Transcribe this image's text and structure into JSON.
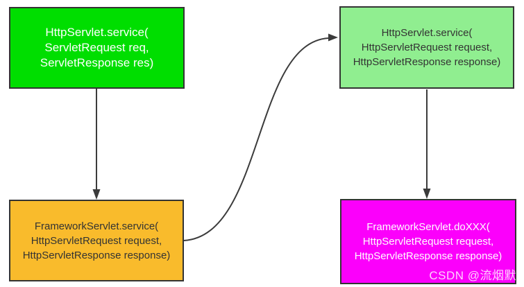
{
  "diagram": {
    "nodes": [
      {
        "id": "httpservlet-service-generic",
        "lines": [
          "HttpServlet.service(",
          "ServletRequest req,",
          "ServletResponse res)"
        ],
        "fill": "#00DE00",
        "text_color": "#FFFFFF"
      },
      {
        "id": "httpservlet-service-http",
        "lines": [
          "HttpServlet.service(",
          "HttpServletRequest request,",
          "HttpServletResponse response)"
        ],
        "fill": "#90EE90",
        "text_color": "#333333"
      },
      {
        "id": "frameworkservlet-service",
        "lines": [
          "FrameworkServlet.service(",
          "HttpServletRequest request,",
          "HttpServletResponse response)"
        ],
        "fill": "#F9BB2C",
        "text_color": "#333333"
      },
      {
        "id": "frameworkservlet-doxxx",
        "lines": [
          "FrameworkServlet.doXXX(",
          "HttpServletRequest request,",
          "HttpServletResponse response)"
        ],
        "fill": "#FB00FB",
        "text_color": "#FFFFFF"
      }
    ],
    "edges": [
      {
        "from": "httpservlet-service-generic",
        "to": "frameworkservlet-service"
      },
      {
        "from": "frameworkservlet-service",
        "to": "httpservlet-service-http"
      },
      {
        "from": "httpservlet-service-http",
        "to": "frameworkservlet-doxxx"
      }
    ]
  },
  "watermark": {
    "text": "CSDN @流烟默"
  },
  "colors": {
    "border": "#333333",
    "arrow": "#3B3B3B",
    "background": "#FFFFFF"
  }
}
